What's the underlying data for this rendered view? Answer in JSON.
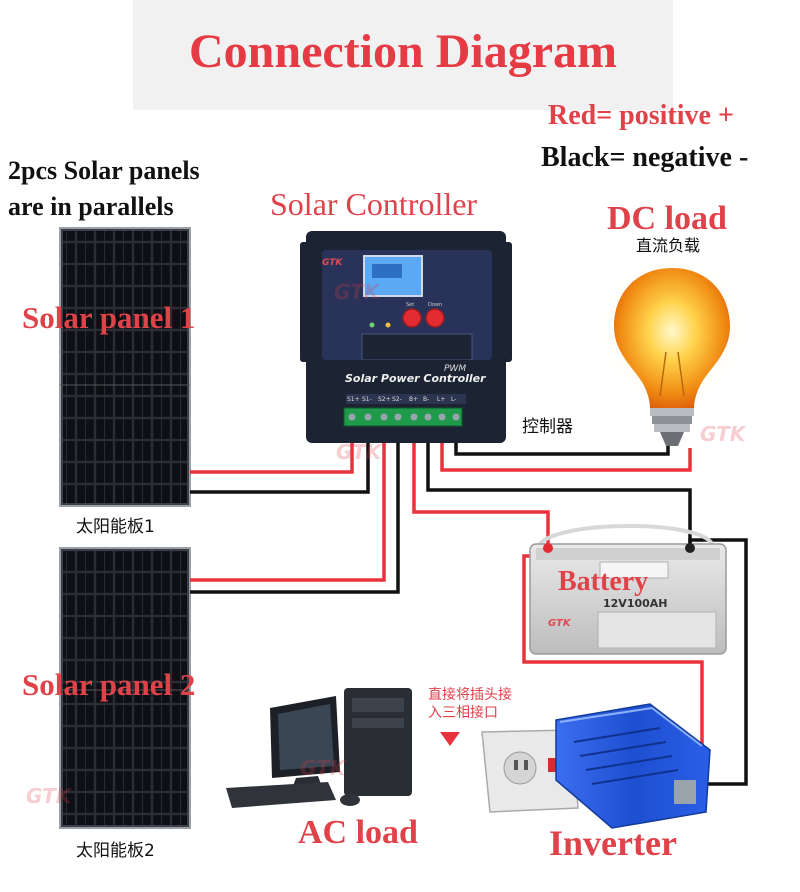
{
  "title": "Connection Diagram",
  "legend": {
    "red": "Red= positive +",
    "black": "Black= negative -"
  },
  "note": {
    "line1": "2pcs Solar panels",
    "line2": "are in parallels"
  },
  "controller": {
    "label": "Solar Controller",
    "label_cn": "控制器",
    "face_text": "Solar Power Controller",
    "mode": "PWM",
    "brand": "GTK",
    "buttons": [
      "Set",
      "Down"
    ],
    "terminals": [
      "S1+",
      "S1-",
      "S2+",
      "S2-",
      "B+",
      "B-",
      "L+",
      "L-"
    ]
  },
  "dc_load": {
    "label": "DC load",
    "label_cn": "直流负载"
  },
  "panel1": {
    "label": "Solar panel 1",
    "label_cn": "太阳能板1"
  },
  "panel2": {
    "label": "Solar panel 2",
    "label_cn": "太阳能板2"
  },
  "battery": {
    "label": "Battery",
    "model": "12V100AH",
    "brand": "GTK"
  },
  "inverter_note": {
    "line1": "直接将插头接",
    "line2": "入三相接口"
  },
  "ac_load": {
    "label": "AC load"
  },
  "inverter": {
    "label": "Inverter"
  },
  "watermark": "GTK",
  "colors": {
    "positive_wire": "#e8323c",
    "negative_wire": "#111111",
    "label_red": "#e0424a",
    "controller_body": "#1c2433",
    "lcd": "#5aa9f5",
    "inverter_body": "#1e4fd0"
  }
}
